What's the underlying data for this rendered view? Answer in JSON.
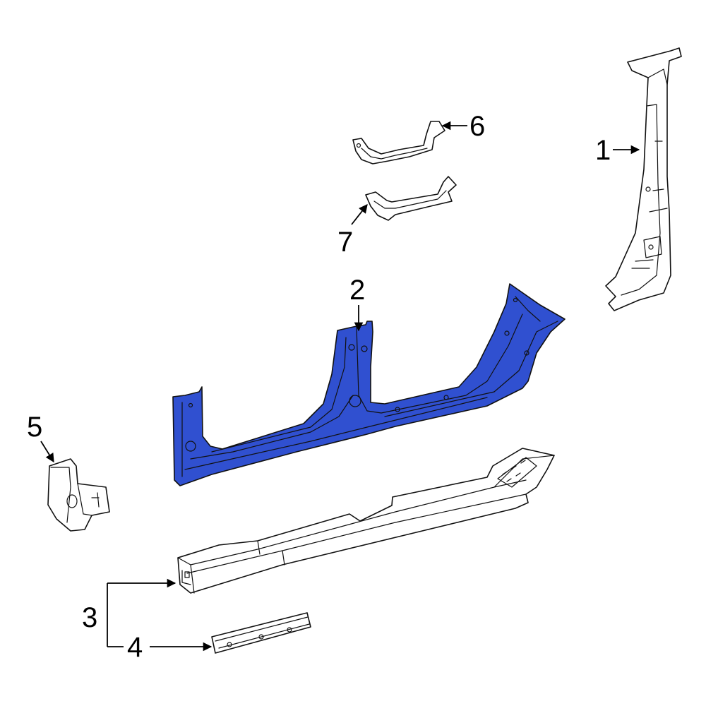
{
  "colors": {
    "highlight": "#3050d0",
    "part_fill": "#ffffff",
    "outline": "#111111",
    "background": "#ffffff"
  },
  "callouts": [
    {
      "id": "1",
      "label": "1",
      "part": "b-pillar"
    },
    {
      "id": "2",
      "label": "2",
      "part": "aperture-panel"
    },
    {
      "id": "3",
      "label": "3",
      "part": "rocker-panel"
    },
    {
      "id": "4",
      "label": "4",
      "part": "rocker-reinforcement"
    },
    {
      "id": "5",
      "label": "5",
      "part": "bracket"
    },
    {
      "id": "6",
      "label": "6",
      "part": "upper-bracket"
    },
    {
      "id": "7",
      "label": "7",
      "part": "lower-bracket"
    }
  ]
}
